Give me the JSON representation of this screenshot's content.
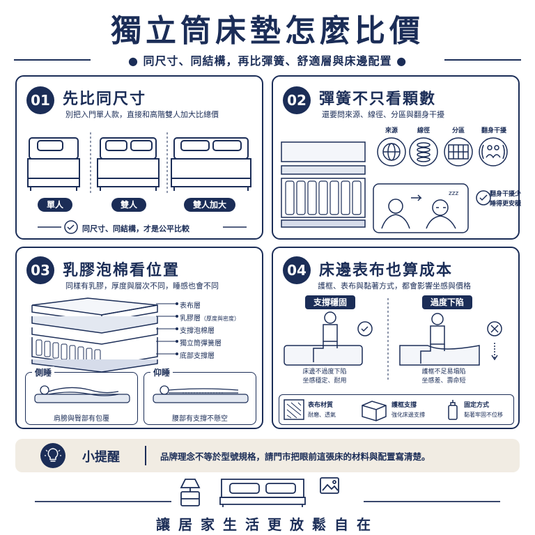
{
  "title": "獨立筒床墊怎麼比價",
  "subtitle": "同尺寸、同結構，再比彈簧、舒適層與床邊配置",
  "panel1": {
    "number": "01",
    "title": "先比同尺寸",
    "subtitle": "別把入門單人款，直接和高階雙人加大比總價",
    "sizes": [
      "單人",
      "雙人",
      "雙人加大"
    ],
    "note": "同尺寸、同結構，才是公平比較"
  },
  "panel2": {
    "number": "02",
    "title": "彈簧不只看顆數",
    "subtitle": "還要問來源、線徑、分區與翻身干擾",
    "icons": [
      "來源",
      "線徑",
      "分區",
      "翻身干擾"
    ],
    "note_line1": "翻身干擾少",
    "note_line2": "睡得更安穩"
  },
  "panel3": {
    "number": "03",
    "title": "乳膠泡棉看位置",
    "subtitle": "同樣有乳膠，厚度與層次不同，睡感也會不同",
    "layers": [
      "表布層",
      "乳膠層",
      "支撐泡棉層",
      "獨立筒彈簧層",
      "底部支撐層"
    ],
    "layer_note": "（厚度與密度）",
    "side_sleep_label": "側睡",
    "side_sleep_note": "肩膀與臀部有包覆",
    "back_sleep_label": "仰睡",
    "back_sleep_note": "腰部有支撐不懸空"
  },
  "panel4": {
    "number": "04",
    "title": "床邊表布也算成本",
    "subtitle": "護框、表布與黏著方式，都會影響坐感與價格",
    "good_label": "支撐穩固",
    "good_note_line1": "床邊不過度下陷",
    "good_note_line2": "坐感穩定、耐用",
    "bad_label": "過度下陷",
    "bad_note_line1": "護框不足易塌陷",
    "bad_note_line2": "坐感差、壽命短",
    "features": [
      {
        "title": "表布材質",
        "desc": "耐磨、透氣"
      },
      {
        "title": "護框支撐",
        "desc": "強化床邊支撐"
      },
      {
        "title": "固定方式",
        "desc": "黏著牢固不位移"
      }
    ]
  },
  "tip": {
    "label": "小提醒",
    "text": "品牌理念不等於型號規格，請門市把眼前這張床的材料與配置寫清楚。"
  },
  "footer": "讓居家生活更放鬆自在"
}
